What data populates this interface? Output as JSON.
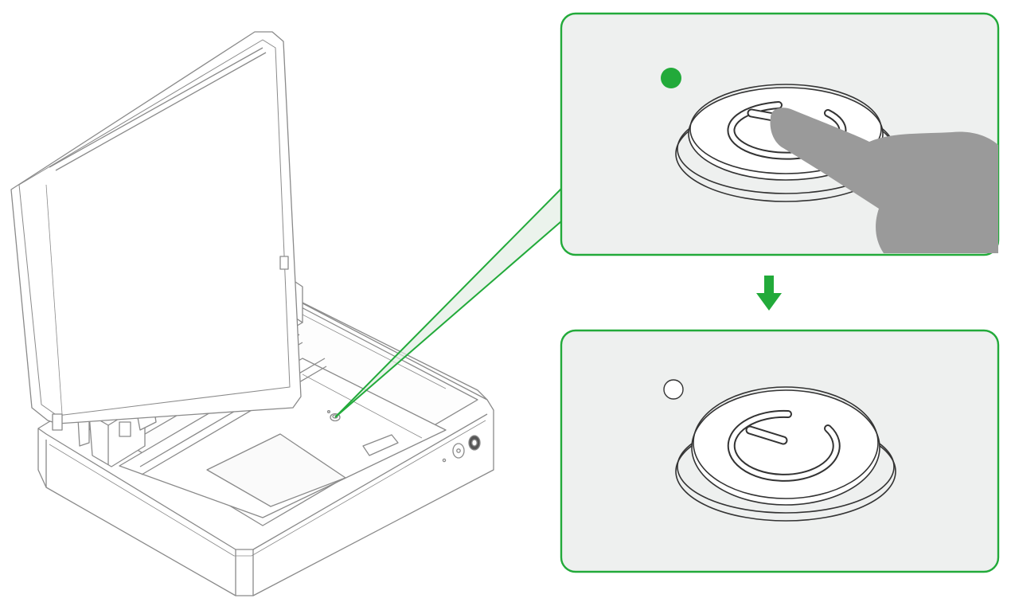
{
  "diagram": {
    "colors": {
      "accent_green": "#22aa3a",
      "panel_fill": "#eef0ef",
      "line": "#3a3a3a",
      "machine_line": "#8a8a8a",
      "finger": "#9a9a9a",
      "indicator_on": "#22aa3a",
      "indicator_off": "#ffffff"
    },
    "steps": [
      {
        "name": "power-button-pressed",
        "indicator": "on",
        "finger_shown": true
      },
      {
        "name": "power-button-released",
        "indicator": "off",
        "finger_shown": false
      }
    ],
    "arrow": {
      "direction": "down"
    },
    "icons": [
      "machine-illustration",
      "power-button-icon",
      "finger-icon",
      "indicator-light-icon",
      "down-arrow-icon"
    ]
  }
}
